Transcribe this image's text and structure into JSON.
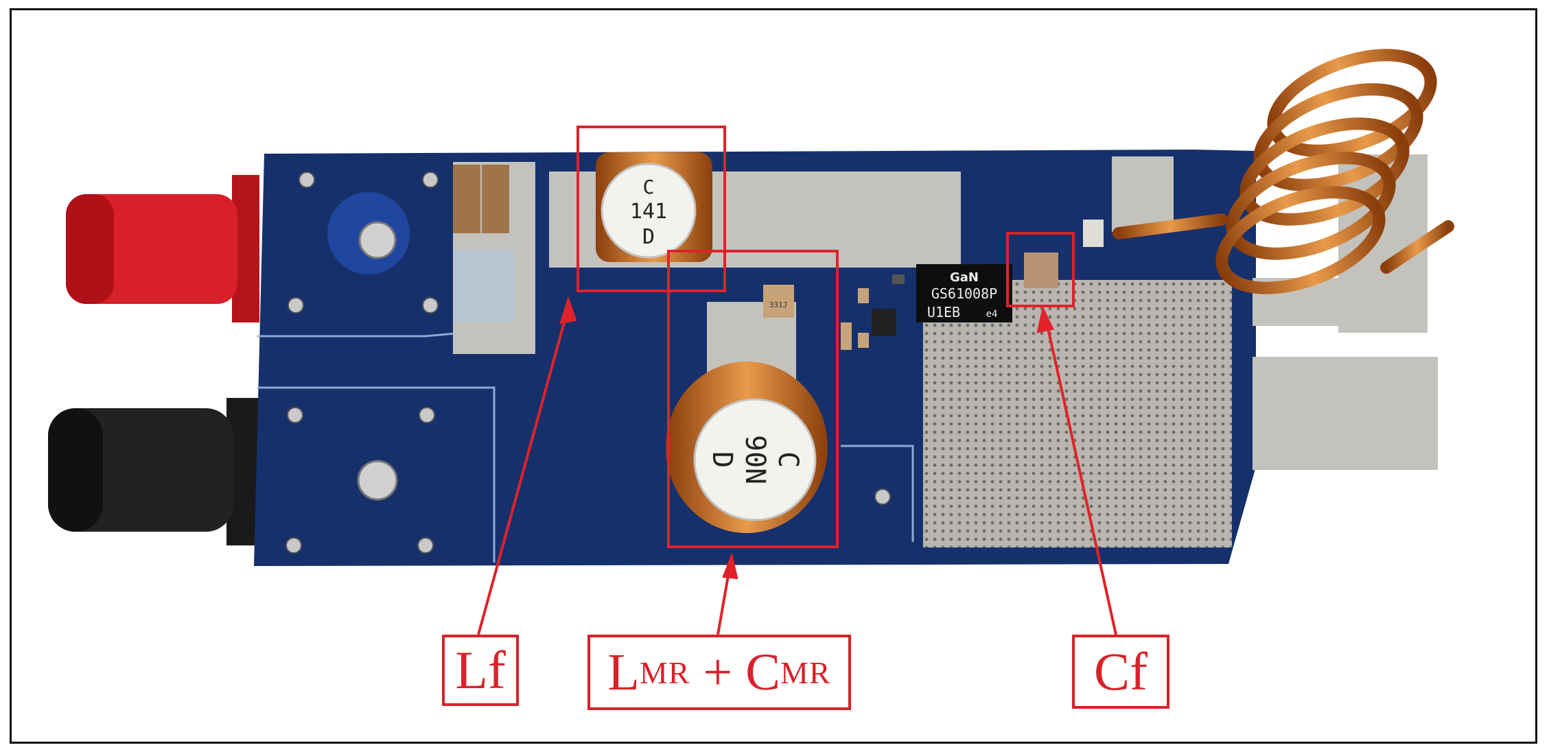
{
  "labels": {
    "lf": "Lf",
    "lmr_main_l": "L",
    "lmr_sub_l": "MR",
    "lmr_plus": " + ",
    "lmr_main_c": "C",
    "lmr_sub_c": "MR",
    "cf": "Cf"
  },
  "inductor_lf_marking": [
    "C",
    "141",
    "D"
  ],
  "inductor_lmr_marking": [
    "C",
    "90N",
    "D"
  ],
  "chip_marking": [
    "GaN",
    "GS61008P",
    "U1EB",
    "e4"
  ],
  "resistor_marking": "331J",
  "colors": {
    "annotation_red": "#d8222a",
    "pcb_blue": "#16306b",
    "copper": "#c86a1e"
  }
}
